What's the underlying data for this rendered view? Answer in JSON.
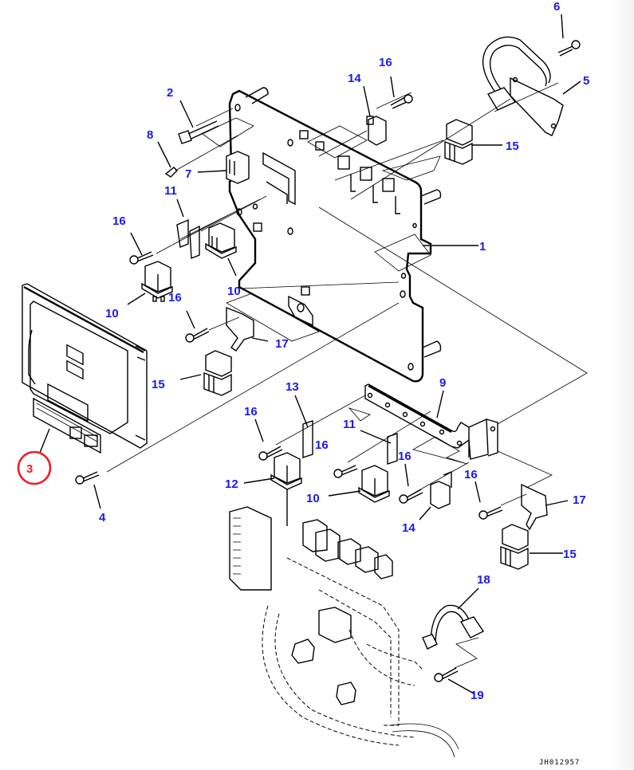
{
  "diagram": {
    "type": "exploded-parts-diagram",
    "drawing_code": "JH012957",
    "colors": {
      "callout_label": "#1a1aee",
      "highlight_circle": "#ee1c24",
      "line_art": "#000000",
      "background": "#ffffff"
    },
    "highlighted_part": "3",
    "callouts": [
      {
        "id": "c1",
        "label": "1"
      },
      {
        "id": "c2",
        "label": "2"
      },
      {
        "id": "c3",
        "label": "3"
      },
      {
        "id": "c4",
        "label": "4"
      },
      {
        "id": "c5",
        "label": "5"
      },
      {
        "id": "c6",
        "label": "6"
      },
      {
        "id": "c7",
        "label": "7"
      },
      {
        "id": "c8",
        "label": "8"
      },
      {
        "id": "c9",
        "label": "9"
      },
      {
        "id": "c10a",
        "label": "10"
      },
      {
        "id": "c10b",
        "label": "10"
      },
      {
        "id": "c10c",
        "label": "10"
      },
      {
        "id": "c11a",
        "label": "11"
      },
      {
        "id": "c11b",
        "label": "11"
      },
      {
        "id": "c12",
        "label": "12"
      },
      {
        "id": "c13",
        "label": "13"
      },
      {
        "id": "c14a",
        "label": "14"
      },
      {
        "id": "c14b",
        "label": "14"
      },
      {
        "id": "c15a",
        "label": "15"
      },
      {
        "id": "c15b",
        "label": "15"
      },
      {
        "id": "c15c",
        "label": "15"
      },
      {
        "id": "c16a",
        "label": "16"
      },
      {
        "id": "c16b",
        "label": "16"
      },
      {
        "id": "c16c",
        "label": "16"
      },
      {
        "id": "c16d",
        "label": "16"
      },
      {
        "id": "c16e",
        "label": "16"
      },
      {
        "id": "c16f",
        "label": "16"
      },
      {
        "id": "c16g",
        "label": "16"
      },
      {
        "id": "c17a",
        "label": "17"
      },
      {
        "id": "c17b",
        "label": "17"
      },
      {
        "id": "c18",
        "label": "18"
      },
      {
        "id": "c19",
        "label": "19"
      }
    ],
    "parts": [
      {
        "label": "1",
        "name": "mounting-plate"
      },
      {
        "label": "2",
        "name": "bolt"
      },
      {
        "label": "3",
        "name": "controller"
      },
      {
        "label": "4",
        "name": "bolt"
      },
      {
        "label": "5",
        "name": "wiring-bracket"
      },
      {
        "label": "6",
        "name": "bolt"
      },
      {
        "label": "7",
        "name": "connector"
      },
      {
        "label": "8",
        "name": "screw"
      },
      {
        "label": "9",
        "name": "bracket"
      },
      {
        "label": "10",
        "name": "relay"
      },
      {
        "label": "11",
        "name": "relay-bracket"
      },
      {
        "label": "12",
        "name": "relay"
      },
      {
        "label": "13",
        "name": "relay-bracket"
      },
      {
        "label": "14",
        "name": "small-relay"
      },
      {
        "label": "15",
        "name": "relay"
      },
      {
        "label": "16",
        "name": "bolt"
      },
      {
        "label": "17",
        "name": "relay-bracket"
      },
      {
        "label": "18",
        "name": "wire-harness"
      },
      {
        "label": "19",
        "name": "bolt"
      }
    ]
  }
}
